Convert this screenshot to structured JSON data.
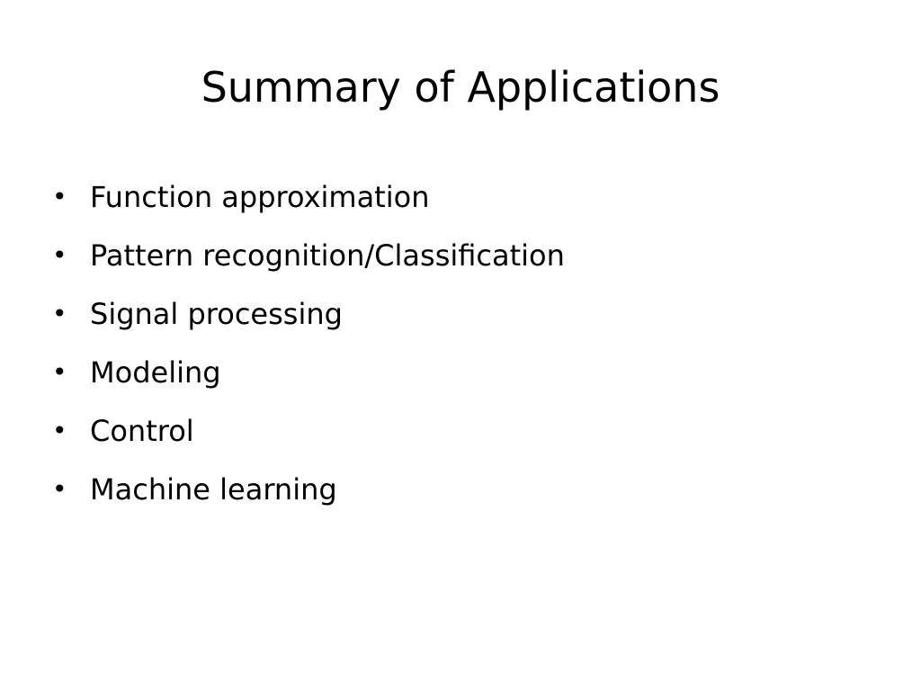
{
  "slide": {
    "title": "Summary of Applications",
    "bullet_glyph": "•",
    "items": [
      {
        "label": "Function approximation"
      },
      {
        "label": "Pattern recognition/Classification"
      },
      {
        "label": "Signal processing"
      },
      {
        "label": "Modeling"
      },
      {
        "label": "Control"
      },
      {
        "label": "Machine learning"
      }
    ]
  }
}
